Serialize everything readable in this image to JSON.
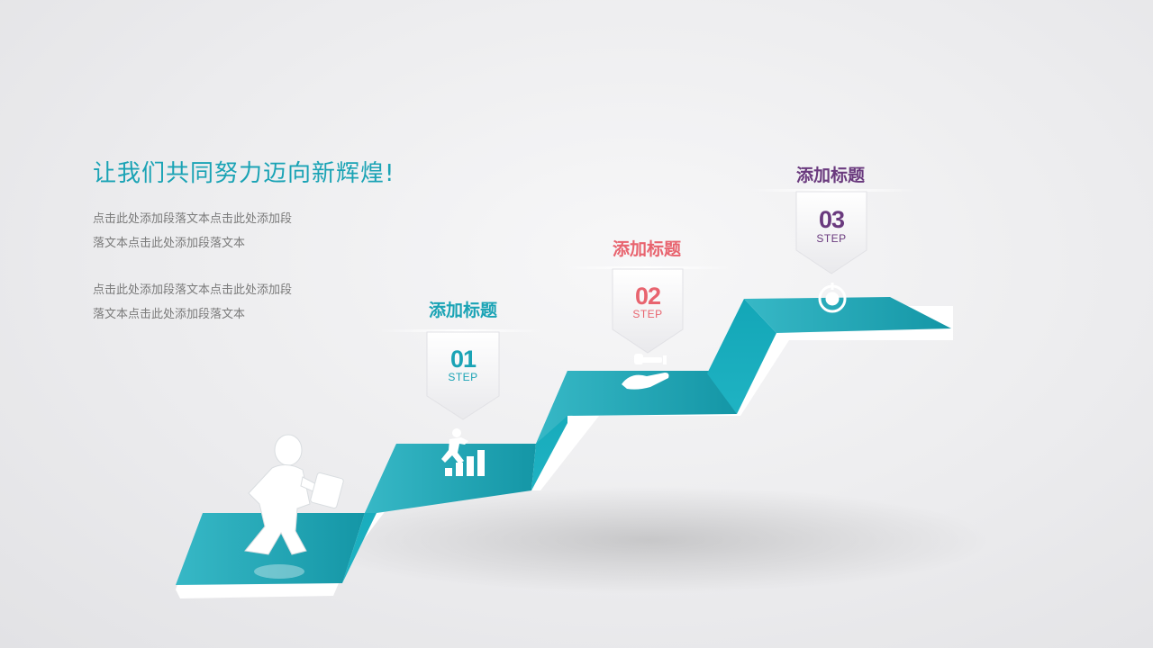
{
  "headline": "让我们共同努力迈向新辉煌!",
  "paragraphs": [
    "点击此处添加段落文本点击此处添加段\n落文本点击此处添加段落文本",
    "点击此处添加段落文本点击此处添加段\n落文本点击此处添加段落文本"
  ],
  "steps": [
    {
      "title": "添加标题",
      "number": "01",
      "word": "STEP",
      "color": "#1aa3b5",
      "icon": "growth-chart-runner-icon"
    },
    {
      "title": "添加标题",
      "number": "02",
      "word": "STEP",
      "color": "#e8646f",
      "icon": "hand-with-key-icon"
    },
    {
      "title": "添加标题",
      "number": "03",
      "word": "STEP",
      "color": "#6a3a7e",
      "icon": "target-icon"
    }
  ],
  "colors": {
    "stair_top": "#2fb0bf",
    "stair_riser": "#1d9aa9",
    "stair_edge": "#ffffff"
  }
}
